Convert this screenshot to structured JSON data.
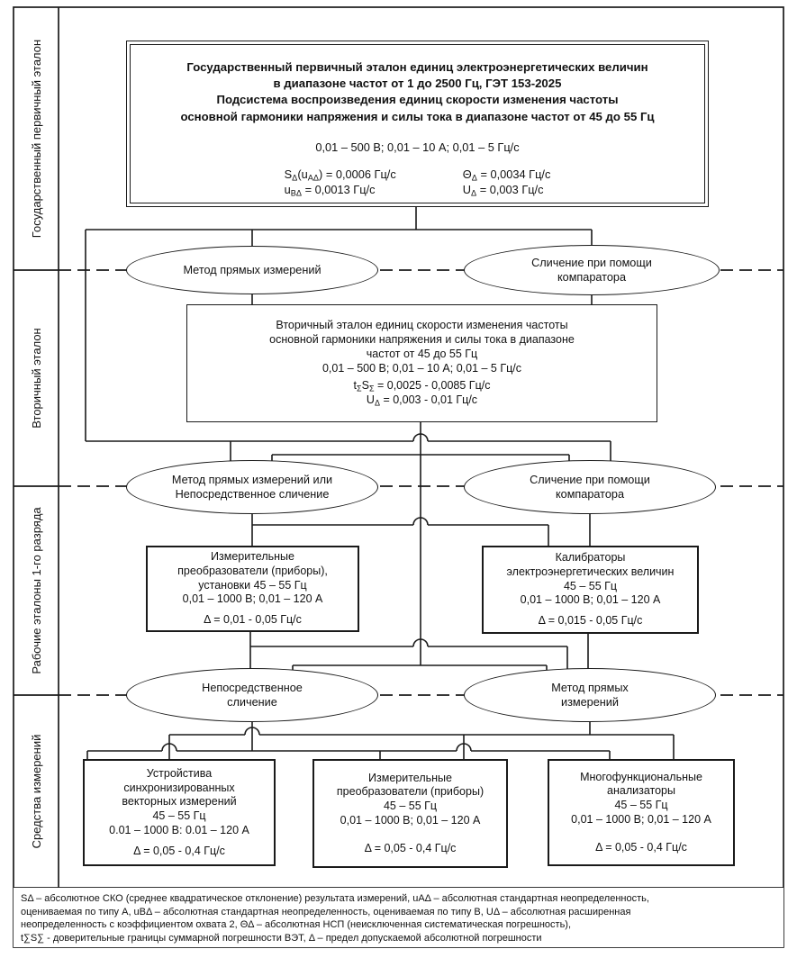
{
  "sidebar": {
    "levels": [
      {
        "label": "Государственный первичный эталон"
      },
      {
        "label": "Вторичный эталон"
      },
      {
        "label": "Рабочие эталоны 1-го разряда"
      },
      {
        "label": "Средства измерений"
      }
    ]
  },
  "primary_box": {
    "title": "Государственный первичный эталон единиц электроэнергетических величин\nв диапазоне частот от 1 до 2500 Гц, ГЭТ 153-2025\nПодсистема воспроизведения единиц скорости изменения частоты\nосновной гармоники напряжения и силы тока в диапазоне частот от 45 до 55 Гц",
    "range": "0,01 – 500 В; 0,01 – 10 А; 0,01 – 5 Гц/с",
    "uncertainty_left": "S~Δ~(u~АΔ~) = 0,0006 Гц/с\nu~ВΔ~ = 0,0013 Гц/с",
    "uncertainty_right": "Θ~Δ~ = 0,0034 Гц/с\nU~Δ~ = 0,003 Гц/с"
  },
  "ellipses": {
    "row1_left": "Метод прямых измерений",
    "row1_right": "Сличение при помощи\nкомпаратора",
    "row2_left": "Метод прямых измерений или\nНепосредственное сличение",
    "row2_right": "Сличение при помощи\nкомпаратора",
    "row3_left": "Непосредственное\nсличение",
    "row3_right": "Метод прямых\nизмерений"
  },
  "secondary_box": {
    "body": "Вторичный эталон единиц скорости изменения частоты\nосновной гармоники напряжения и силы тока в диапазоне\nчастот от 45 до 55 Гц\n0,01 – 500 В; 0,01 – 10 А; 0,01 – 5 Гц/с",
    "values": "t~Σ~S~Σ~ = 0,0025 - 0,0085 Гц/с\nU~Δ~ = 0,003 - 0,01 Гц/с"
  },
  "working_standards": {
    "left": {
      "body": "Измерительные\nпреобразователи (приборы),\nустановки 45 – 55 Гц\n0,01 – 1000 В; 0,01 – 120 А",
      "delta": "Δ = 0,01 - 0,05 Гц/с"
    },
    "right": {
      "body": "Калибраторы\nэлектроэнергетических величин\n45 – 55 Гц\n0,01 – 1000 В; 0,01 – 120 А",
      "delta": "Δ = 0,015 - 0,05 Гц/с"
    }
  },
  "instruments": {
    "left": {
      "body": "Устройстива\nсинхронизированных\nвекторных измерений\n45 – 55 Гц\n0.01 – 1000 В: 0.01 – 120 А",
      "delta": "Δ = 0,05 - 0,4 Гц/с"
    },
    "middle": {
      "body": "Измерительные\nпреобразователи (приборы)\n45 – 55 Гц\n0,01 – 1000 В; 0,01 – 120 А",
      "delta": "Δ = 0,05 - 0,4 Гц/с"
    },
    "right": {
      "body": "Многофункциональные\nанализаторы\n45 – 55 Гц\n0,01 – 1000 В; 0,01 – 120 А",
      "delta": "Δ = 0,05 - 0,4 Гц/с"
    }
  },
  "footer": {
    "note": "SΔ – абсолютное СКО (среднее квадратическое отклонение) результата измерений, uAΔ – абсолютная стандартная неопределенность,\nоцениваемая по типу А, uBΔ – абсолютная стандартная неопределенность, оцениваемая по типу В, UΔ – абсолютная расширенная\nнеопределенность с коэффициентом охвата 2, ΘΔ – абсолютная НСП (неисключенная систематическая погрешность),\nt∑S∑ - доверительные границы суммарной погрешности ВЭТ, Δ – предел допускаемой абсолютной погрешности"
  },
  "colors": {
    "ink": "#1a1a1a",
    "background": "#ffffff"
  }
}
